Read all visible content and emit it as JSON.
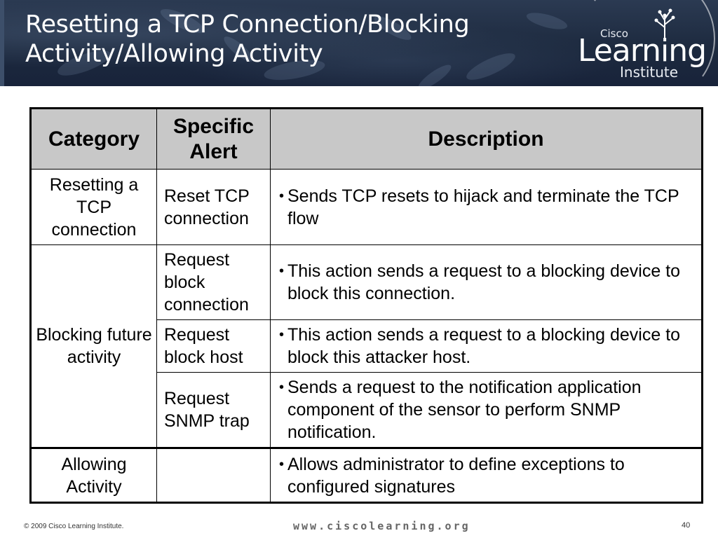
{
  "slide": {
    "title": "Resetting a TCP Connection/Blocking Activity/Allowing Activity",
    "logo": {
      "cisco": "Cisco",
      "learning": "Learning",
      "institute": "Institute"
    }
  },
  "table": {
    "headers": [
      "Category",
      "Specific Alert",
      "Description"
    ],
    "rows": [
      {
        "category": "Resetting a TCP connection",
        "alert": "Reset TCP connection",
        "description": "Sends TCP resets to hijack and terminate the TCP flow"
      },
      {
        "category": "Blocking future activity",
        "alert": "Request block connection",
        "description": "This action sends a request to a blocking device to block this connection."
      },
      {
        "alert": "Request block host",
        "description": "This action sends a request to a blocking device to block this attacker host."
      },
      {
        "alert": "Request SNMP trap",
        "description": "Sends a request to the notification application component of the sensor to perform SNMP notification."
      },
      {
        "category": "Allowing Activity",
        "alert": "",
        "description": "Allows administrator to define exceptions to configured signatures"
      }
    ],
    "bullet": "•"
  },
  "footer": {
    "copyright": "© 2009 Cisco Learning Institute.",
    "url": "www.ciscolearning.org",
    "page_number": "40"
  },
  "colors": {
    "header_bg": "#1d2a3f",
    "table_header_bg": "#c8c8c8",
    "title_text": "#ffffff"
  }
}
